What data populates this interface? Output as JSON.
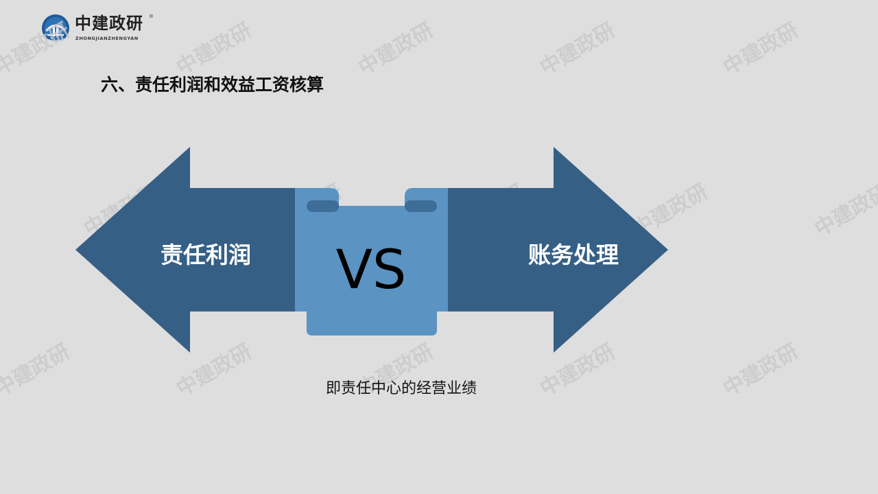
{
  "brand": {
    "name": "中建政研",
    "sub": "ZHONGJIANZHENGYAN",
    "registered": "®",
    "logo_icon": "building-globe-logo",
    "watermark": "中建政研"
  },
  "title": "六、责任利润和效益工资核算",
  "comparison": {
    "left_label": "责任利润",
    "center_label": "VS",
    "right_label": "账务处理",
    "caption": "即责任中心的经营业绩"
  },
  "colors": {
    "background": "#dedede",
    "arrow_dark": "#365f85",
    "scroll_light": "#5b93c2",
    "scroll_shadow": "#3e6d98"
  }
}
